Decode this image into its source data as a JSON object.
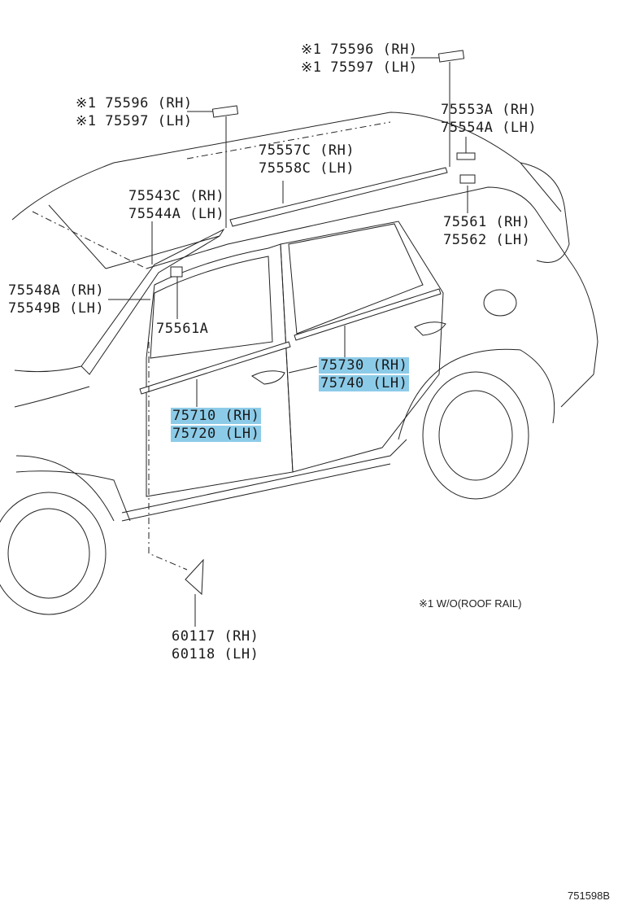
{
  "callouts": [
    {
      "id": "c1",
      "lines": [
        "※1 75596 (RH)",
        "※1 75597 (LH)"
      ],
      "highlight": false
    },
    {
      "id": "c2",
      "lines": [
        "※1 75596 (RH)",
        "※1 75597 (LH)"
      ],
      "highlight": false
    },
    {
      "id": "c3",
      "lines": [
        "75553A (RH)",
        "75554A (LH)"
      ],
      "highlight": false
    },
    {
      "id": "c4",
      "lines": [
        "75557C (RH)",
        "75558C (LH)"
      ],
      "highlight": false
    },
    {
      "id": "c5",
      "lines": [
        "75543C (RH)",
        "75544A (LH)"
      ],
      "highlight": false
    },
    {
      "id": "c6",
      "lines": [
        "75561 (RH)",
        "75562 (LH)"
      ],
      "highlight": false
    },
    {
      "id": "c7",
      "lines": [
        "75548A (RH)",
        "75549B (LH)"
      ],
      "highlight": false
    },
    {
      "id": "c8",
      "lines": [
        "75561A"
      ],
      "highlight": false
    },
    {
      "id": "c9",
      "lines": [
        "75730 (RH)",
        "75740 (LH)"
      ],
      "highlight": true
    },
    {
      "id": "c10",
      "lines": [
        "75710 (RH)",
        "75720 (LH)"
      ],
      "highlight": true
    },
    {
      "id": "c11",
      "lines": [
        "60117 (RH)",
        "60118 (LH)"
      ],
      "highlight": false
    }
  ],
  "footnote": "※1 W/O(ROOF RAIL)",
  "figure_code": "751598B",
  "colors": {
    "highlight": "#8ccbe8",
    "ink": "#222222"
  }
}
